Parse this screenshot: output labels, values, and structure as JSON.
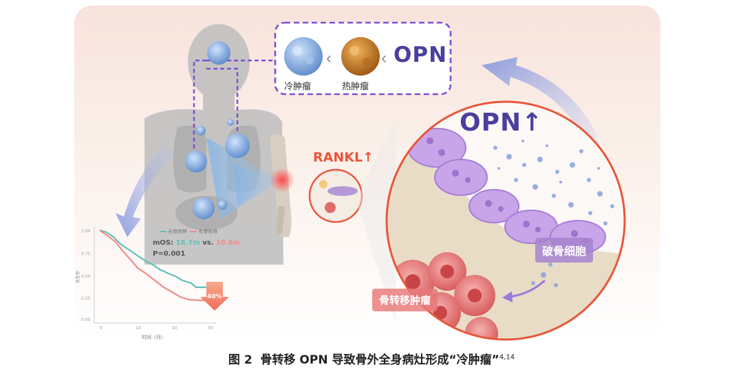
{
  "diagram": {
    "opn_box_label": "OPN",
    "cold_tumor_label": "冷肿瘤",
    "hot_tumor_label": "热肿瘤",
    "opn_up_label": "OPN↑",
    "rankl_label": "RANKL↑",
    "osteoclast_label": "破骨细胞",
    "bone_metastasis_label": "骨转移肿瘤"
  },
  "km_plot": {
    "legend": [
      "无骨转移",
      "有骨转移"
    ],
    "mos_prefix": "mOS:",
    "mos_no_mets": "18.7m",
    "mos_vs": "vs.",
    "mos_mets": "10.8m",
    "p_value": "P=0.001",
    "drop_label": "40%",
    "ylabel": "总生存",
    "xlabel": "时间（月）",
    "y_ticks": [
      "1.00",
      "0.75",
      "0.50",
      "0.25",
      "0.00"
    ],
    "x_ticks": [
      "0",
      "10",
      "20",
      "30"
    ],
    "colors": {
      "no_mets": "#5fc0b6",
      "mets": "#ee8c8c"
    }
  },
  "caption": {
    "figure": "图 2",
    "text": "骨转移 OPN 导致骨外全身病灶形成“冷肿瘤”",
    "refs": "4,14"
  },
  "colors": {
    "purple": "#4b3f9e",
    "dash": "#7b4fd6",
    "rankl": "#e8563a"
  }
}
